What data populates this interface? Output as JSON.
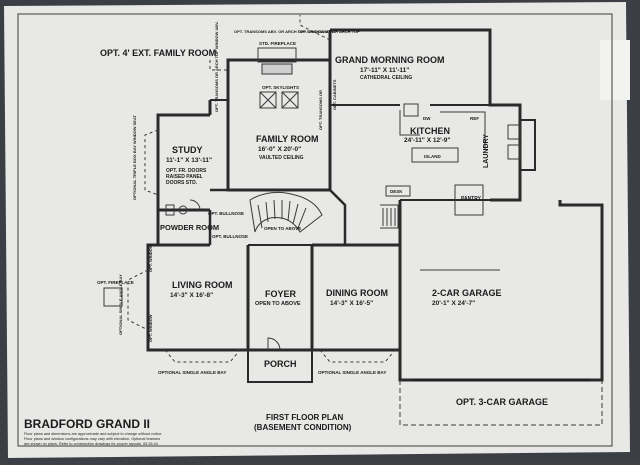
{
  "plan": {
    "title": "BRADFORD GRAND II",
    "disclaimer": [
      "Floor plans and dimensions are approximate and subject to change without notice.",
      "Floor plans and window configurations may vary with elevation. Optional features",
      "are shown on plans. Refer to construction drawings for proper layouts. 05.28.04"
    ],
    "subtitle_1": "FIRST FLOOR PLAN",
    "subtitle_2": "(BASEMENT CONDITION)",
    "opt_ext_family_room": "OPT. 4' EXT. FAMILY ROOM",
    "rooms": {
      "family": {
        "name": "FAMILY ROOM",
        "dims": "16'-0\" X 20'-0\"",
        "note": "VAULTED CEILING"
      },
      "morning": {
        "name": "GRAND MORNING ROOM",
        "dims": "17'-11\" X 11'-11\"",
        "note": "CATHEDRAL CEILING"
      },
      "kitchen": {
        "name": "KITCHEN",
        "dims": "24'-11\" X 12'-9\""
      },
      "study": {
        "name": "STUDY",
        "dims": "11'-1\" X 13'-11\"",
        "note1": "OPT. FR. DOORS",
        "note2": "RAISED PANEL",
        "note3": "DOORS STD."
      },
      "living": {
        "name": "LIVING ROOM",
        "dims": "14'-3\" X 16'-8\""
      },
      "foyer": {
        "name": "FOYER",
        "note": "OPEN TO ABOVE"
      },
      "dining": {
        "name": "DINING ROOM",
        "dims": "14'-3\" X 16'-5\""
      },
      "garage": {
        "name": "2-CAR GARAGE",
        "dims": "20'-1\" X 24'-7\""
      },
      "garage3": {
        "name": "OPT. 3-CAR GARAGE"
      },
      "porch": {
        "name": "PORCH"
      },
      "powder": {
        "name": "POWDER ROOM"
      },
      "laundry": {
        "name": "LAUNDRY"
      },
      "pantry": {
        "name": "PANTRY"
      }
    },
    "labels": {
      "island": "ISLAND",
      "desk": "DESK",
      "dw": "DW",
      "ref": "REF",
      "std_fireplace": "STD. FIREPLACE",
      "opt_fireplace": "OPT. FIREPLACE",
      "opt_skylights": "OPT. SKYLIGHTS",
      "open_to_above": "OPEN TO ABOVE",
      "opt_bullnose_1": "OPT. BULLNOSE",
      "opt_bullnose_2": "OPT. BULLNOSE",
      "opt_cabinets": "OPT. CABINETS",
      "opt_transoms_1": "OPT. TRANSOMS ABV. OR ARCH TOP WINDOW ABV.",
      "opt_transoms_2": "OPT. TRANSOMS OR ARCH TOP",
      "opt_transoms_3": "OPT. TRANSOMS OR ARCH TOP WINDOW ABV.",
      "opt_transoms_4": "OPT. TRANSOMS OR",
      "opt_triple": "OPTIONAL TRIPLE BOX BAY WINDOW SEAT",
      "opt_single_bay_left": "OPTIONAL SINGLE ANGLE BAY",
      "opt_single_bay_bottom_left": "OPTIONAL SINGLE ANGLE BAY",
      "opt_single_bay_bottom_right": "OPTIONAL SINGLE ANGLE BAY",
      "opt_window_1": "OPT. WINDOW",
      "opt_window_2": "OPT. WINDOW"
    }
  }
}
